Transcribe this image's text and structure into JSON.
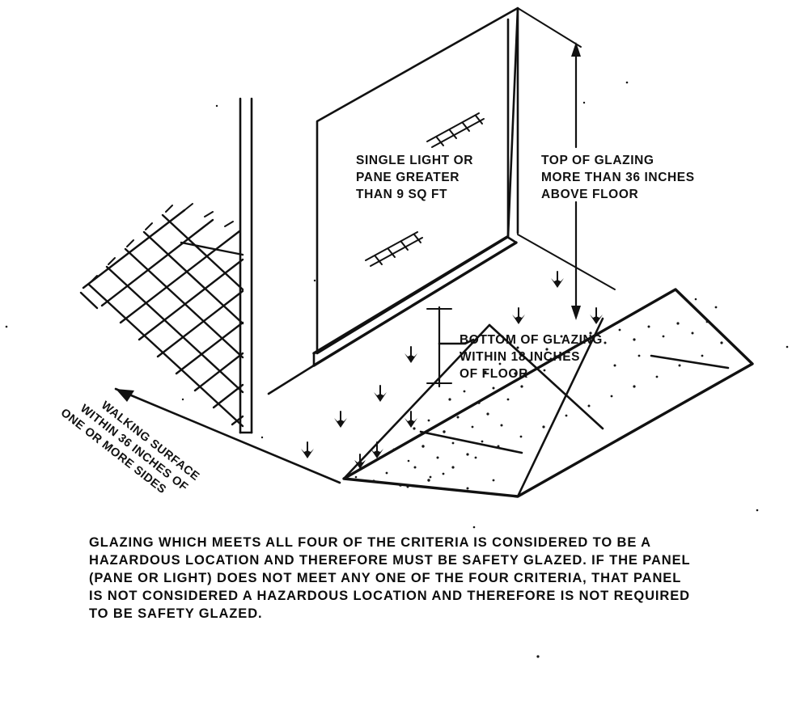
{
  "document": {
    "type": "technical-diagram",
    "title": "Hazardous Location Glazing Criteria",
    "background_color": "#ffffff",
    "ink_color": "#111111"
  },
  "labels": {
    "single_light": {
      "line1": "SINGLE LIGHT OR",
      "line2": "PANE GREATER",
      "line3": "THAN 9 SQ FT"
    },
    "top_of_glazing": {
      "line1": "TOP OF GLAZING",
      "line2": "MORE THAN 36 INCHES",
      "line3": "ABOVE FLOOR"
    },
    "bottom_of_glazing": {
      "line1": "BOTTOM OF GLAZING",
      "line2": "WITHIN 18 INCHES",
      "line3": "OF FLOOR"
    },
    "walking_surface": {
      "line1": "WALKING SURFACE",
      "line2": "WITHIN 36 INCHES OF",
      "line3": "ONE OR MORE SIDES"
    }
  },
  "note": {
    "line1": "GLAZING WHICH MEETS ALL FOUR OF THE CRITERIA IS CONSIDERED TO BE A",
    "line2": "HAZARDOUS LOCATION AND THEREFORE MUST BE SAFETY GLAZED. IF THE PANEL",
    "line3": "(PANE OR LIGHT) DOES NOT MEET ANY ONE OF THE FOUR CRITERIA, THAT PANEL",
    "line4": "IS NOT CONSIDERED A HAZARDOUS LOCATION AND THEREFORE IS NOT REQUIRED",
    "line5": "TO BE SAFETY GLAZED."
  },
  "criteria_count": 4,
  "measurements": {
    "pane_area_sq_ft": 9,
    "top_above_floor_inches": 36,
    "bottom_within_floor_inches": 18,
    "walking_surface_within_inches": 36
  }
}
